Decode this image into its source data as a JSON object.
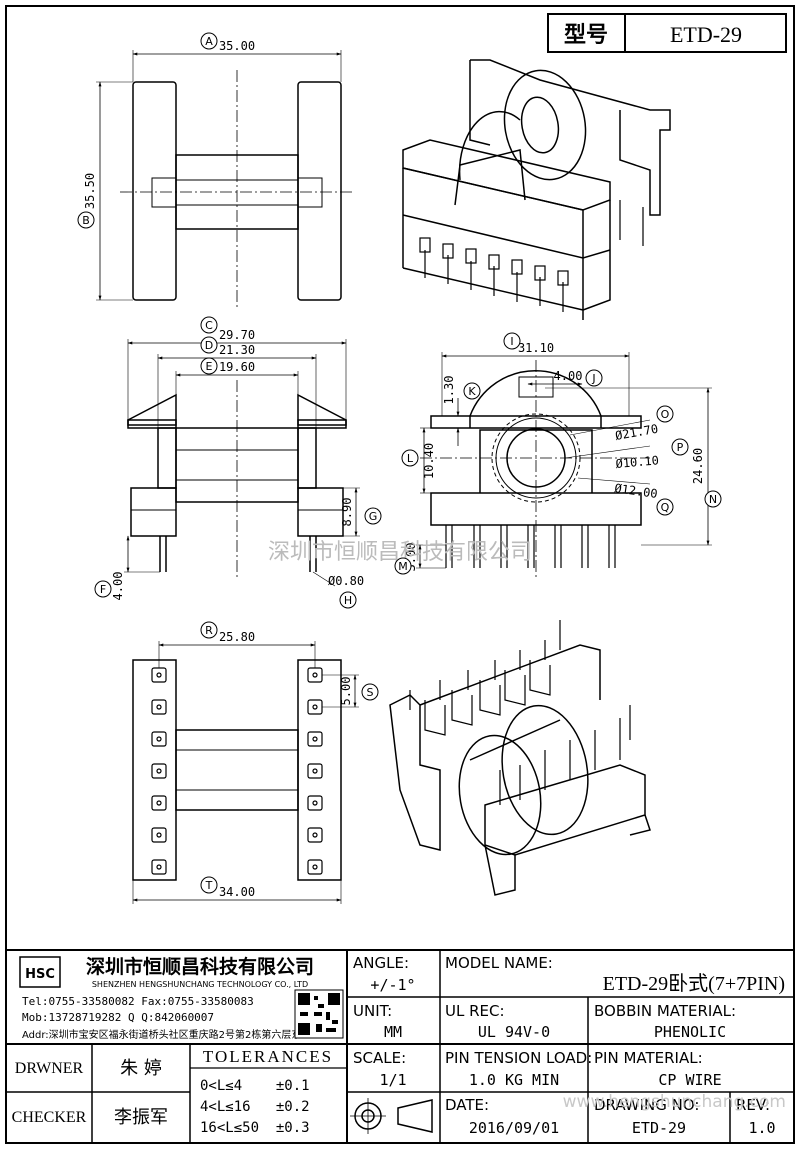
{
  "header": {
    "model_label": "型号",
    "model_value": "ETD-29"
  },
  "dimensions": {
    "A": "35.00",
    "B": "35.50",
    "C": "29.70",
    "D": "21.30",
    "E": "19.60",
    "F": "4.00",
    "G": "8.90",
    "H": "Ø0.80",
    "I": "31.10",
    "J": "4.00",
    "K": "1.30",
    "L": "10.40",
    "M": "3.00",
    "N": "24.60",
    "O": "Ø21.70",
    "P": "Ø10.10",
    "Q": "Ø12.00",
    "R": "25.80",
    "S": "5.00",
    "T": "34.00"
  },
  "markers": [
    "A",
    "B",
    "C",
    "D",
    "E",
    "F",
    "G",
    "H",
    "I",
    "J",
    "K",
    "L",
    "M",
    "N",
    "O",
    "P",
    "Q",
    "R",
    "S",
    "T"
  ],
  "watermark": "深圳市恒顺昌科技有限公司",
  "company": {
    "logo_text": "HSC",
    "name_cn": "深圳市恒顺昌科技有限公司",
    "name_en": "SHENZHEN HENGSHUNCHANG TECHNOLOGY CO., LTD",
    "tel_fax": "Tel:0755-33580082 Fax:0755-33580083",
    "mob_qq": "Mob:13728719282    Q Q:842060007",
    "addr": "Addr:深圳市宝安区福永街道桥头社区重庆路2号第2栋第六层东"
  },
  "title_block": {
    "angle_label": "ANGLE:",
    "angle_value": "+/-1°",
    "model_name_label": "MODEL NAME:",
    "model_name_value": "ETD-29卧式(7+7PIN)",
    "unit_label": "UNIT:",
    "unit_value": "MM",
    "ul_label": "UL REC:",
    "ul_value": "UL 94V-0",
    "bobbin_label": "BOBBIN MATERIAL:",
    "bobbin_value": "PHENOLIC",
    "scale_label": "SCALE:",
    "scale_value": "1/1",
    "pin_tension_label": "PIN TENSION LOAD:",
    "pin_tension_value": "1.0 KG MIN",
    "pin_material_label": "PIN MATERIAL:",
    "pin_material_value": "CP WIRE",
    "date_label": "DATE:",
    "date_value": "2016/09/01",
    "drawing_label": "DRAWING NO:",
    "drawing_value": "ETD-29",
    "rev_label": "REV:",
    "rev_value": "1.0",
    "drwner_label": "DRWNER",
    "drwner_value": "朱 婷",
    "checker_label": "CHECKER",
    "checker_value": "李振军",
    "tol_title": "TOLERANCES",
    "tol_rows": [
      "0<L≤4    ±0.1",
      "4<L≤16   ±0.2",
      "16<L≤50  ±0.3"
    ]
  },
  "url_watermark": "www.hengshunchang.com"
}
